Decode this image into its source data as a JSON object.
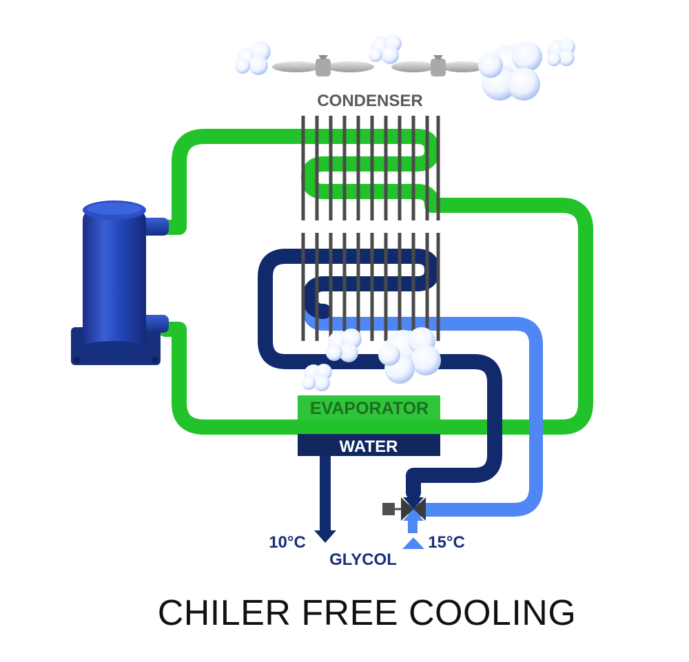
{
  "diagram": {
    "labels": {
      "condenser": "CONDENSER",
      "evaporator": "EVAPORATOR",
      "water": "WATER",
      "glycol": "GLYCOL",
      "temp_out": "10°C",
      "temp_in": "15°C"
    },
    "title": "CHILER FREE COOLING",
    "colors": {
      "refrigerant_pipe": "#22c22a",
      "glycol_dark": "#102a6b",
      "glycol_light": "#4f87f5",
      "compressor": "#1e3ea8",
      "coil_bars": "#4a4a4a",
      "evaporator_box": "#2ec53a",
      "water_box": "#10275f"
    },
    "icons": [
      "fan-icon",
      "cloud-icon",
      "compressor-icon",
      "three-way-valve-icon",
      "arrow-down-icon",
      "arrow-up-icon"
    ]
  }
}
